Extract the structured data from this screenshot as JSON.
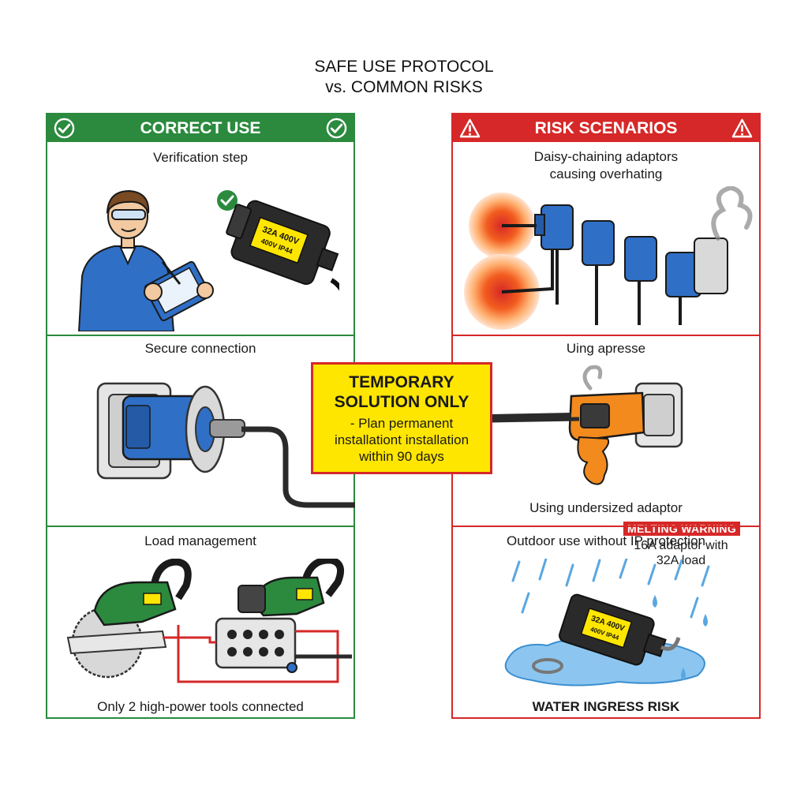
{
  "title": {
    "line1": "SAFE USE PROTOCOL",
    "line2": "vs. COMMON RISKS"
  },
  "colors": {
    "correct": "#2b8a3e",
    "risk": "#d62828",
    "warning_yellow": "#ffe600"
  },
  "correct_use": {
    "header": "CORRECT USE",
    "header_icons": [
      "check-circle-icon",
      "check-circle-icon"
    ],
    "panels": [
      {
        "caption": "Verification step",
        "label_lines": [
          "32A 400V",
          "400V IP44"
        ]
      },
      {
        "caption": "Secure connection"
      },
      {
        "caption": "Load management",
        "footer": "Only 2 high-power tools connected"
      }
    ]
  },
  "risk_scenarios": {
    "header": "RISK SCENARIOS",
    "header_icons": [
      "warning-triangle-icon",
      "warning-triangle-icon"
    ],
    "panels": [
      {
        "caption_line1": "Daisy-chaining adaptors",
        "caption_line2": "causing overhating"
      },
      {
        "caption": "Uing apresse",
        "badge": "MELTING WARNING",
        "badge_text_line1": "16A adaptor with",
        "badge_text_line2": "32A load",
        "footer": "Using undersized adaptor"
      },
      {
        "caption": "Outdoor use without IP protection",
        "footer": "WATER INGRESS RISK",
        "label_lines": [
          "32A 400V",
          "400V IP44"
        ]
      }
    ]
  },
  "temporary": {
    "title_line1": "TEMPORARY",
    "title_line2": "SOLUTION ONLY",
    "body_line1": "- Plan permanent",
    "body_line2": "installationt installation",
    "body_line3": "within 90 days"
  }
}
